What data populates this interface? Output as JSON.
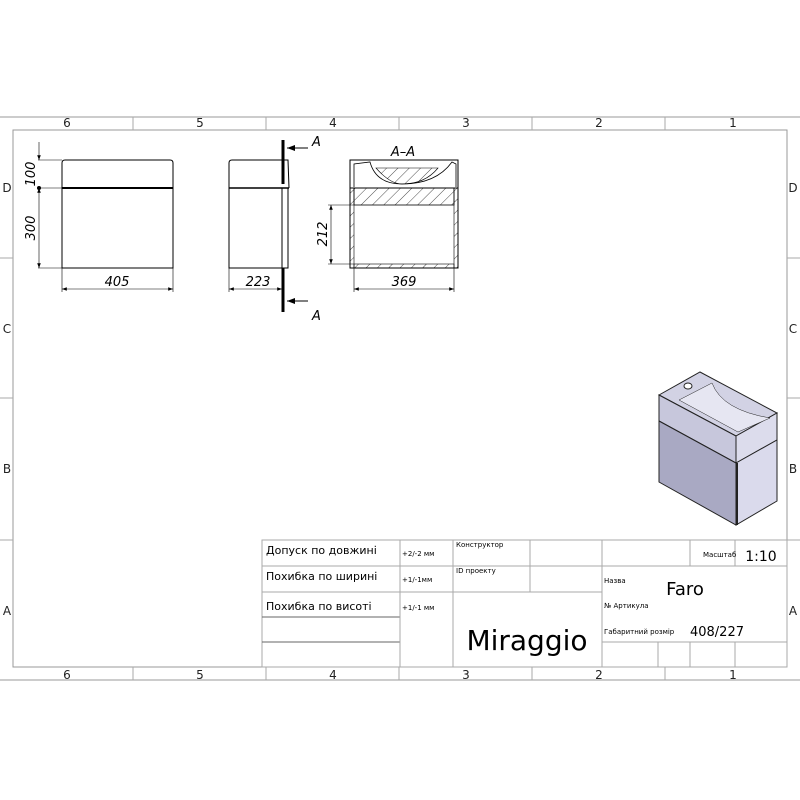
{
  "frame": {
    "columns": [
      "6",
      "5",
      "4",
      "3",
      "2",
      "1"
    ],
    "rows": [
      "D",
      "C",
      "B",
      "A"
    ]
  },
  "views": {
    "front": {
      "dim_width": "405",
      "dim_top": "100",
      "dim_body": "300"
    },
    "side": {
      "dim_depth": "223",
      "section_mark": "A"
    },
    "section": {
      "title": "A–A",
      "dim_width": "369",
      "dim_inner": "212"
    }
  },
  "title_block": {
    "tolerances": [
      {
        "label": "Допуск по довжині",
        "value": "+2/-2 мм"
      },
      {
        "label": "Похибка по ширині",
        "value": "+1/-1мм"
      },
      {
        "label": "Похибка по висоті",
        "value": "+1/-1 мм"
      }
    ],
    "designer_label": "Конструктор",
    "project_id_label": "ID проекту",
    "brand": "Miraggio",
    "scale_label": "Масштаб",
    "scale_value": "1:10",
    "name_label": "Назва",
    "name_value": "Faro",
    "article_label": "№  Артикула",
    "size_label": "Габаритний розмір",
    "size_value": "408/227"
  }
}
